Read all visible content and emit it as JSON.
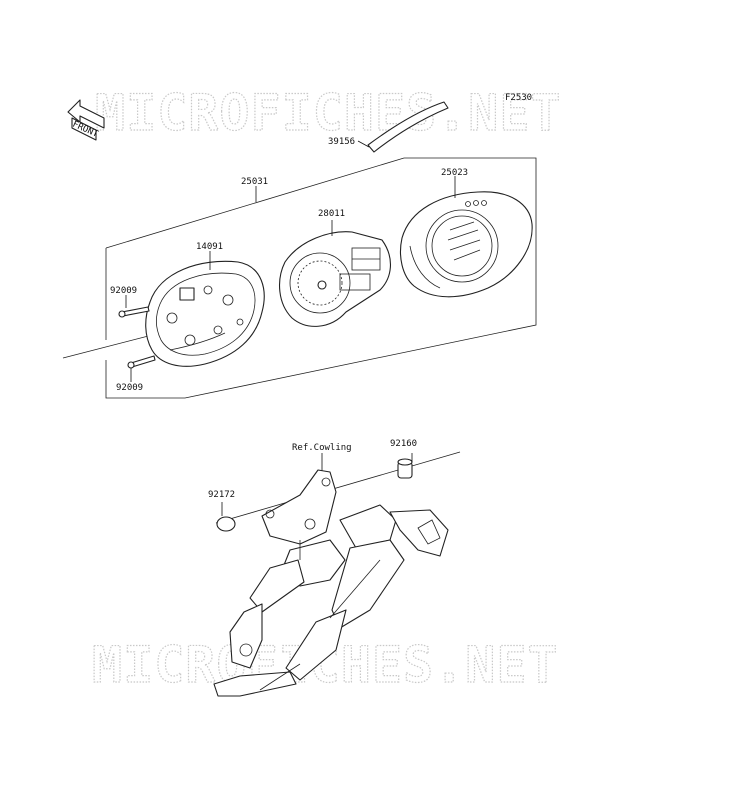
{
  "diagram": {
    "figure_code": "F2530",
    "watermarks": [
      "MICROFICHES.NET",
      "MICROFICHES.NET"
    ],
    "front_badge": "FRONT",
    "labels": {
      "p39156": "39156",
      "p25031": "25031",
      "p25023": "25023",
      "p28011": "28011",
      "p14091": "14091",
      "p92009_top": "92009",
      "p92009_bottom": "92009",
      "ref_cowling": "Ref.Cowling",
      "p92160": "92160",
      "p92172": "92172"
    }
  }
}
